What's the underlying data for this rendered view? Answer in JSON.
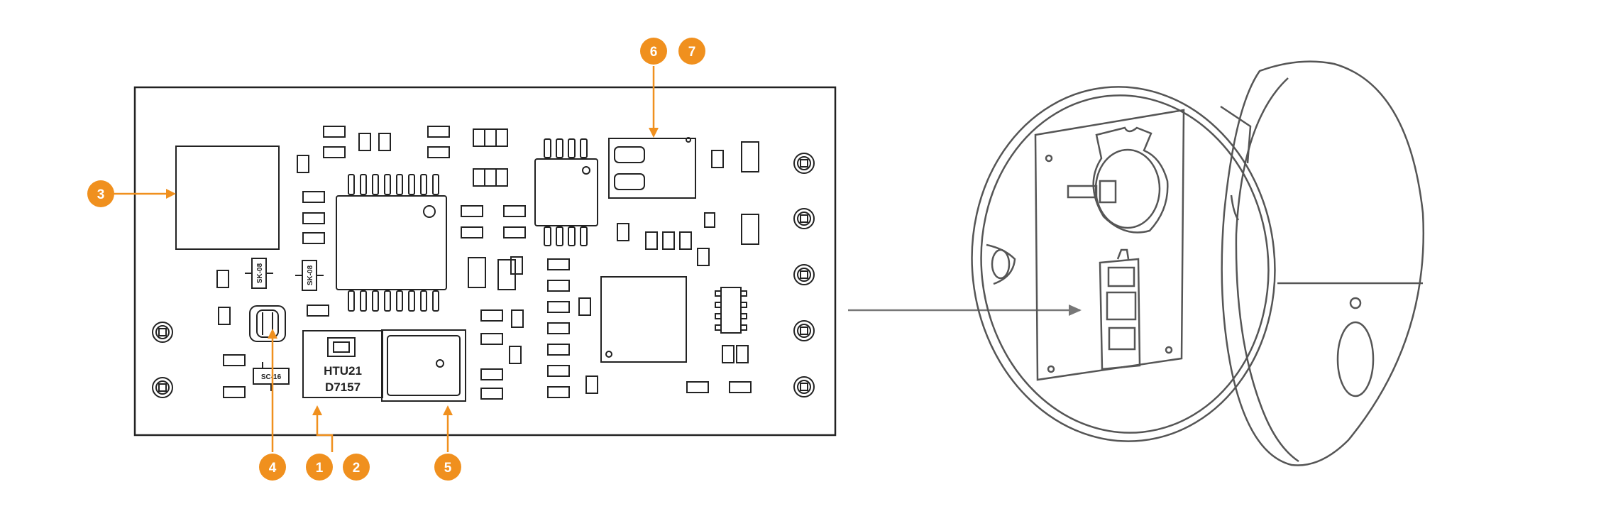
{
  "colors": {
    "accent": "#f0901e",
    "line": "#222222",
    "device": "#555555",
    "arrow": "#777777"
  },
  "chip": {
    "line1": "HTU21",
    "line2": "D7157"
  },
  "small_parts": {
    "sk_label": "SK-08",
    "sk_label_2": "SK-08",
    "sc_label": "SC-16"
  },
  "callouts": [
    {
      "id": "1",
      "label": "1"
    },
    {
      "id": "2",
      "label": "2"
    },
    {
      "id": "3",
      "label": "3"
    },
    {
      "id": "4",
      "label": "4"
    },
    {
      "id": "5",
      "label": "5"
    },
    {
      "id": "6",
      "label": "6"
    },
    {
      "id": "7",
      "label": "7"
    }
  ]
}
